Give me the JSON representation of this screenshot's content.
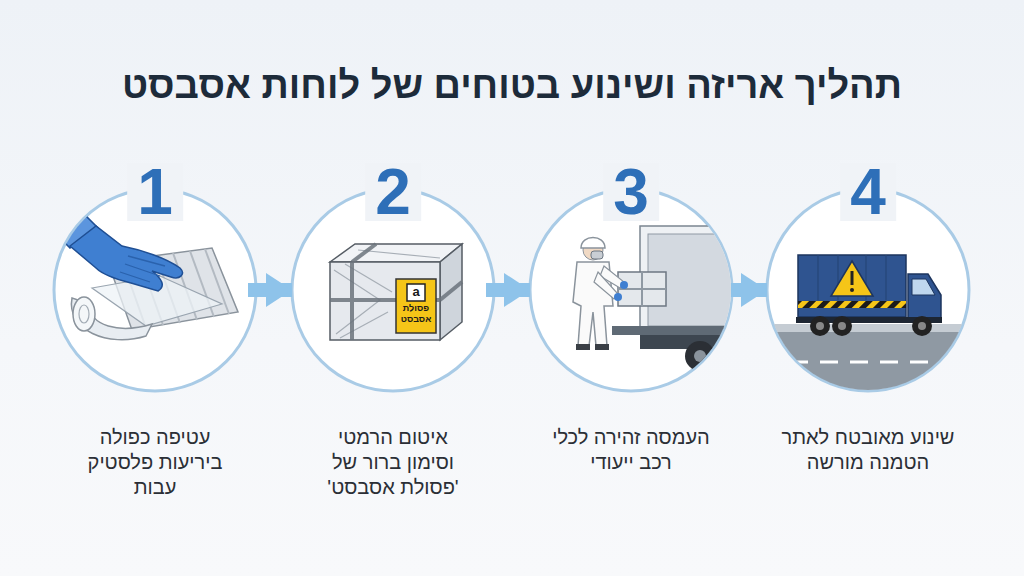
{
  "diagram": {
    "title": "תהליך אריזה ושינוע בטוחים של לוחות אסבסט",
    "nodes": [
      {
        "text": [
          "1",
          "עטיפה כפולה ביריעות פלסטיק עבות"
        ]
      },
      {
        "text": [
          "2",
          "איטום הרמטי וסימון ברור של 'פסולת אסבסט'"
        ]
      },
      {
        "text": [
          "3",
          "העמסה זהירה לכלי רכב ייעודי"
        ]
      },
      {
        "text": [
          "4",
          "שינוע מאובטח לאתר הטמנה מורשה"
        ]
      }
    ],
    "edges": [
      {
        "from": 0,
        "to": 1,
        "arrow": "to"
      },
      {
        "from": 1,
        "to": 2,
        "arrow": "to"
      },
      {
        "from": 2,
        "to": 3,
        "arrow": "to"
      }
    ],
    "labels": [
      "a",
      "פסולת אסבסט"
    ]
  }
}
